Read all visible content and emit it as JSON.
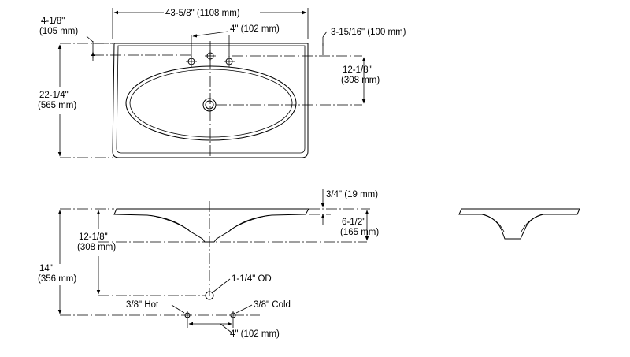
{
  "top_view": {
    "overall_width": "43-5/8\" (1108 mm)",
    "faucet_spread": "4\" (102 mm)",
    "front_to_faucet_left": [
      "4-1/8\"",
      "(105 mm)"
    ],
    "faucet_to_back_right": "3-15/16\" (100 mm)",
    "faucet_to_drain": [
      "12-1/8\"",
      "(308 mm)"
    ],
    "overall_depth": [
      "22-1/4\"",
      "(565 mm)"
    ]
  },
  "side_view": {
    "deck_thickness": "3/4\" (19 mm)",
    "bowl_depth": [
      "6-1/2\"",
      "(165 mm)"
    ],
    "drain_to_outlet": [
      "12-1/8\"",
      "(308 mm)"
    ],
    "deck_to_supplies": [
      "14\"",
      "(356 mm)"
    ],
    "outlet_label": "1-1/4\" OD",
    "hot_label": "3/8\" Hot",
    "cold_label": "3/8\" Cold",
    "supply_spread": "4\" (102 mm)"
  }
}
